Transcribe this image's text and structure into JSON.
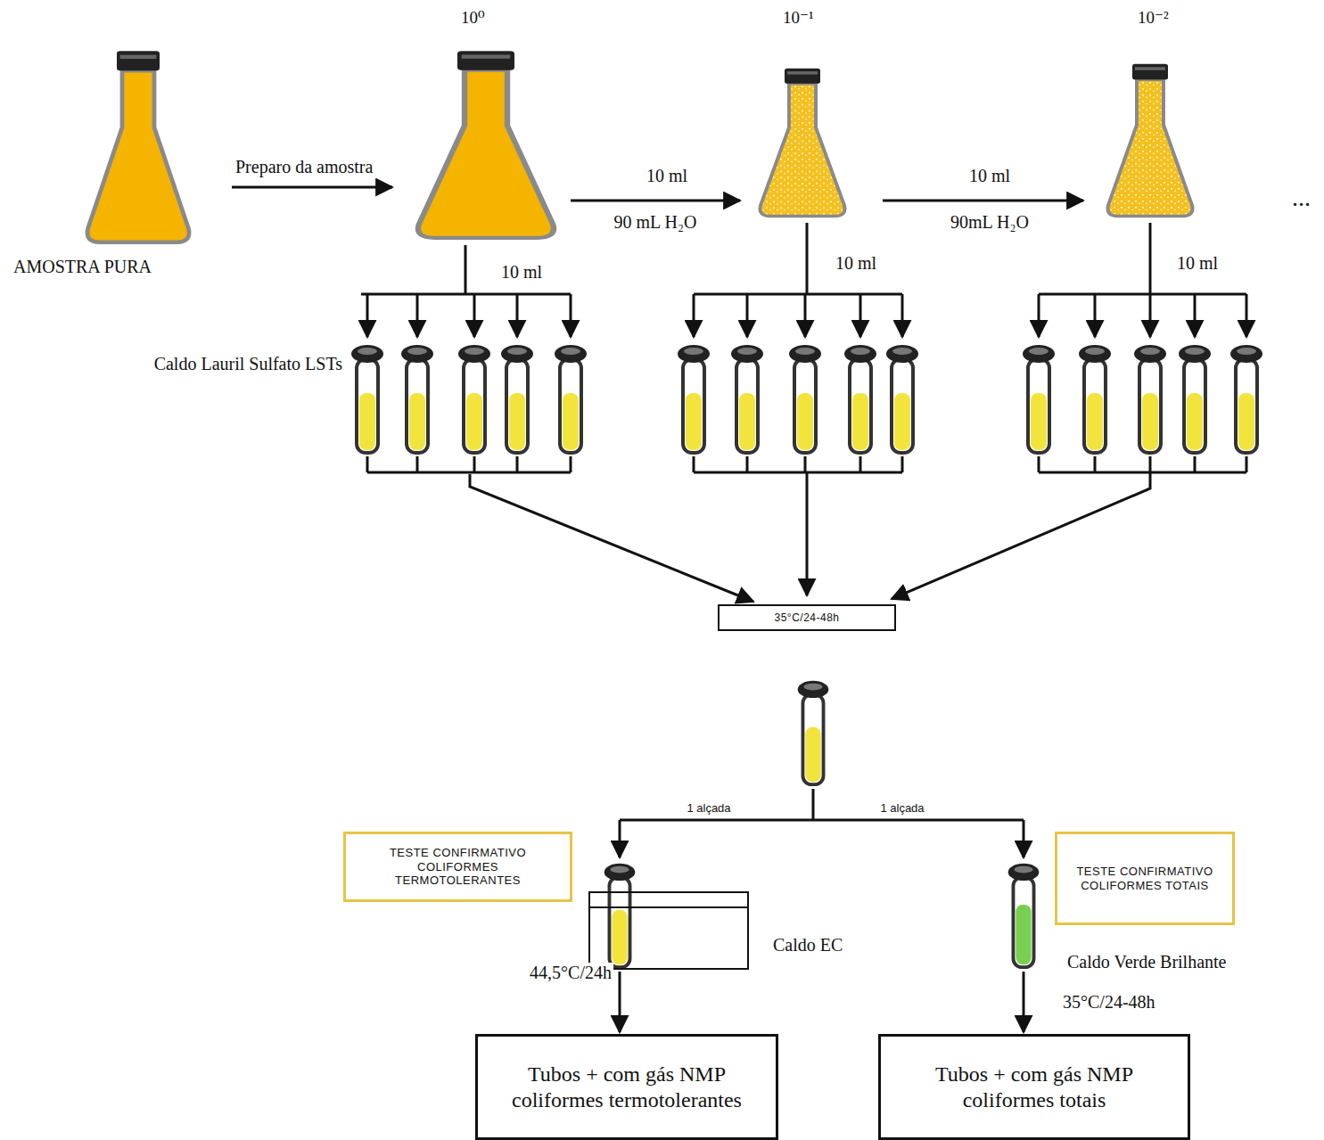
{
  "diagram": {
    "nodes": [
      {
        "text": [
          "AMOSTRA PURA"
        ]
      },
      {
        "text": [
          "10⁰"
        ]
      },
      {
        "text": [
          "10⁻¹"
        ]
      },
      {
        "text": [
          "10⁻²"
        ]
      },
      {
        "text": [
          "Caldo Lauril Sulfato LSTs"
        ]
      },
      {
        "text": [
          "35°C/24-48h"
        ]
      },
      {
        "text": [
          "TESTE CONFIRMATIVO COLIFORMES TERMOTOLERANTES"
        ]
      },
      {
        "text": [
          "Caldo EC"
        ]
      },
      {
        "text": [
          "TESTE CONFIRMATIVO COLIFORMES TOTAIS"
        ]
      },
      {
        "text": [
          "Caldo Verde Brilhante"
        ]
      },
      {
        "text": [
          "Tubos + com gás NMP coliformes termotolerantes"
        ]
      },
      {
        "text": [
          "Tubos + com gás NMP coliformes totais"
        ]
      }
    ],
    "edges": [
      {
        "from": 0,
        "to": 1,
        "label": "Preparo da amostra",
        "arrow": "to"
      },
      {
        "from": 1,
        "to": 2,
        "label": "10 ml",
        "arrow": "to"
      },
      {
        "from": 2,
        "to": 3,
        "label": "10 ml",
        "arrow": "to"
      },
      {
        "from": 4,
        "to": 5,
        "arrow": "to"
      },
      {
        "from": 7,
        "to": 10,
        "label": "44,5°C/24h",
        "arrow": "to"
      },
      {
        "from": 9,
        "to": 11,
        "label": "35°C/24-48h",
        "arrow": "to"
      }
    ],
    "labels": [
      "90 mL H₂O",
      "90mL H₂O",
      "...",
      "10 ml",
      "10 ml",
      "10 ml",
      "1 alçada",
      "1 alçada"
    ]
  }
}
